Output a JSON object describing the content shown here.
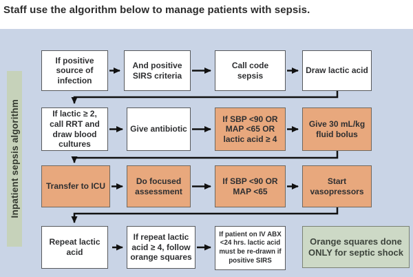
{
  "title": "Staff use the algorithm below to manage patients with sepsis.",
  "sidebar": {
    "label": "Inpatient sepsis algorithm"
  },
  "colors": {
    "panel_bg": "#c9d4e6",
    "strip_bg": "#c6d2ba",
    "orange_step": "#e8a87d",
    "legend_green": "#cdd9c6",
    "box_white": "#ffffff",
    "connector": "#111111"
  },
  "flow": {
    "rows": [
      {
        "boxes": [
          {
            "label": "If positive source of infection",
            "style": "white"
          },
          {
            "label": "And positive SIRS criteria",
            "style": "white"
          },
          {
            "label": "Call code sepsis",
            "style": "white"
          },
          {
            "label": "Draw lactic acid",
            "style": "white"
          }
        ]
      },
      {
        "boxes": [
          {
            "label": "If lactic ≥ 2, call RRT and draw blood cultures",
            "style": "white"
          },
          {
            "label": "Give antibiotic",
            "style": "white"
          },
          {
            "label": "If SBP <90 OR MAP <65 OR lactic acid ≥ 4",
            "style": "orange"
          },
          {
            "label": "Give 30 mL/kg fluid bolus",
            "style": "orange"
          }
        ]
      },
      {
        "boxes": [
          {
            "label": "Transfer to ICU",
            "style": "orange"
          },
          {
            "label": "Do focused assessment",
            "style": "orange"
          },
          {
            "label": "If SBP <90 OR MAP <65",
            "style": "orange"
          },
          {
            "label": "Start vasopressors",
            "style": "orange"
          }
        ]
      },
      {
        "boxes": [
          {
            "label": "Repeat lactic acid",
            "style": "white"
          },
          {
            "label": "If repeat lactic acid ≥ 4, follow orange squares",
            "style": "white"
          },
          {
            "label": "If patient on IV ABX <24 hrs. lactic acid must be re-drawn if positive SIRS",
            "style": "white-small"
          }
        ]
      }
    ]
  },
  "legend": {
    "label": "Orange squares done ONLY for septic shock"
  }
}
